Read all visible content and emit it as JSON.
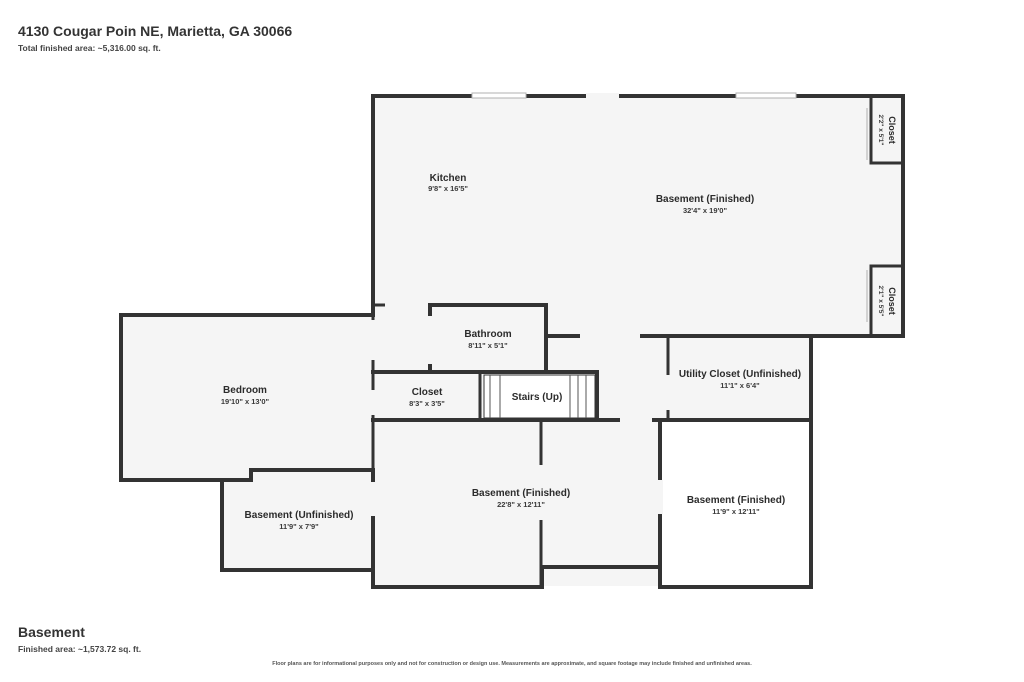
{
  "header": {
    "address": "4130 Cougar Poin NE, Marietta, GA 30066",
    "total_area": "Total finished area: ~5,316.00 sq. ft."
  },
  "floor": {
    "name": "Basement",
    "area": "Finished area: ~1,573.72 sq. ft."
  },
  "disclaimer": "Floor plans are for informational purposes only and not for construction or design use. Measurements are approximate, and square footage may include finished and unfinished areas.",
  "rooms": {
    "kitchen": {
      "name": "Kitchen",
      "dim": "9'8\" x 16'5\""
    },
    "basement_main": {
      "name": "Basement (Finished)",
      "dim": "32'4\" x 19'0\""
    },
    "closet_top": {
      "name": "Closet",
      "dim": "2'2\" x 5'1\""
    },
    "closet_right": {
      "name": "Closet",
      "dim": "2'1\" x 5'5\""
    },
    "bathroom": {
      "name": "Bathroom",
      "dim": "8'11\" x 5'1\""
    },
    "utility": {
      "name": "Utility Closet (Unfinished)",
      "dim": "11'1\" x 6'4\""
    },
    "bedroom": {
      "name": "Bedroom",
      "dim": "19'10\" x 13'0\""
    },
    "closet_mid": {
      "name": "Closet",
      "dim": "8'3\" x 3'5\""
    },
    "stairs": {
      "name": "Stairs (Up)"
    },
    "basement_center": {
      "name": "Basement (Finished)",
      "dim": "22'8\" x 12'11\""
    },
    "basement_right": {
      "name": "Basement (Finished)",
      "dim": "11'9\" x 12'11\""
    },
    "basement_unfinished": {
      "name": "Basement (Unfinished)",
      "dim": "11'9\" x 7'9\""
    }
  }
}
